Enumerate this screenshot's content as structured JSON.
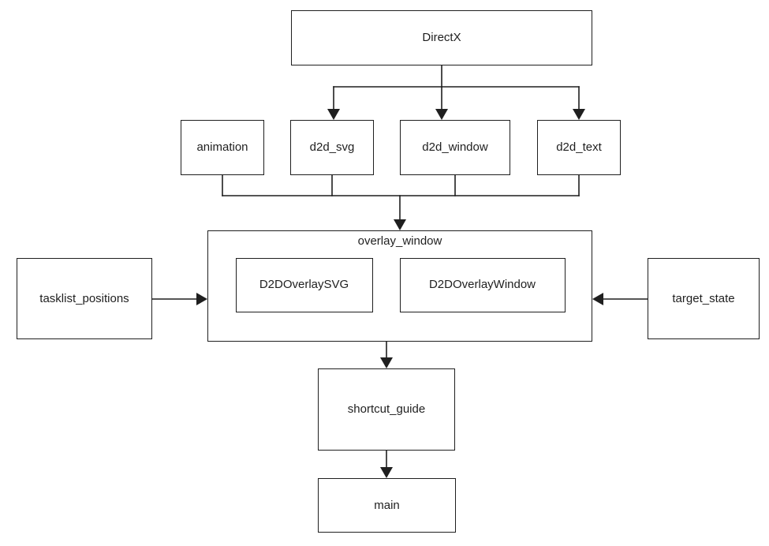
{
  "diagram": {
    "background": "#ffffff",
    "line_color": "#1f1f1f",
    "text_color": "#1f1f1f",
    "nodes": {
      "directx": {
        "label": "DirectX"
      },
      "animation": {
        "label": "animation"
      },
      "d2d_svg": {
        "label": "d2d_svg"
      },
      "d2d_window": {
        "label": "d2d_window"
      },
      "d2d_text": {
        "label": "d2d_text"
      },
      "overlay_window": {
        "label": "overlay_window"
      },
      "d2d_overlay_svg": {
        "label": "D2DOverlaySVG"
      },
      "d2d_overlay_window": {
        "label": "D2DOverlayWindow"
      },
      "tasklist_positions": {
        "label": "tasklist_positions"
      },
      "target_state": {
        "label": "target_state"
      },
      "shortcut_guide": {
        "label": "shortcut_guide"
      },
      "main": {
        "label": "main"
      }
    },
    "edges": [
      {
        "from": "DirectX",
        "to": "d2d_svg",
        "arrow": true
      },
      {
        "from": "DirectX",
        "to": "d2d_window",
        "arrow": true
      },
      {
        "from": "DirectX",
        "to": "d2d_text",
        "arrow": true
      },
      {
        "from": "animation",
        "to": "overlay_window",
        "arrow": true
      },
      {
        "from": "d2d_svg",
        "to": "overlay_window",
        "arrow": true
      },
      {
        "from": "d2d_window",
        "to": "overlay_window",
        "arrow": true
      },
      {
        "from": "d2d_text",
        "to": "overlay_window",
        "arrow": true
      },
      {
        "from": "tasklist_positions",
        "to": "overlay_window",
        "arrow": true
      },
      {
        "from": "target_state",
        "to": "overlay_window",
        "arrow": true
      },
      {
        "from": "overlay_window",
        "to": "shortcut_guide",
        "arrow": true
      },
      {
        "from": "shortcut_guide",
        "to": "main",
        "arrow": true
      }
    ]
  }
}
